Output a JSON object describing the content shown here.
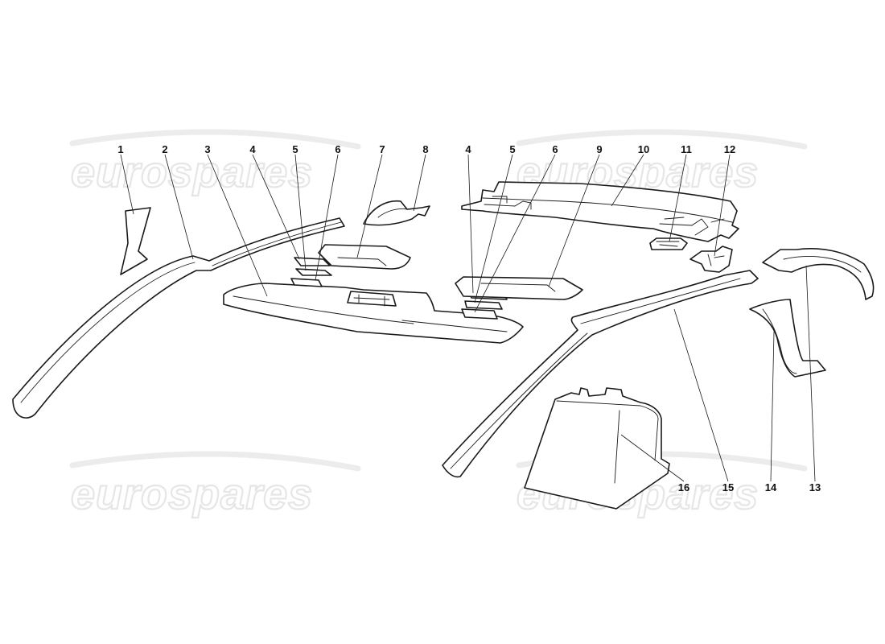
{
  "watermark": {
    "text": "eurospares"
  },
  "callouts": [
    "1",
    "2",
    "3",
    "4",
    "5",
    "6",
    "7",
    "8",
    "4",
    "5",
    "6",
    "9",
    "10",
    "11",
    "12",
    "13",
    "14",
    "15",
    "16"
  ]
}
